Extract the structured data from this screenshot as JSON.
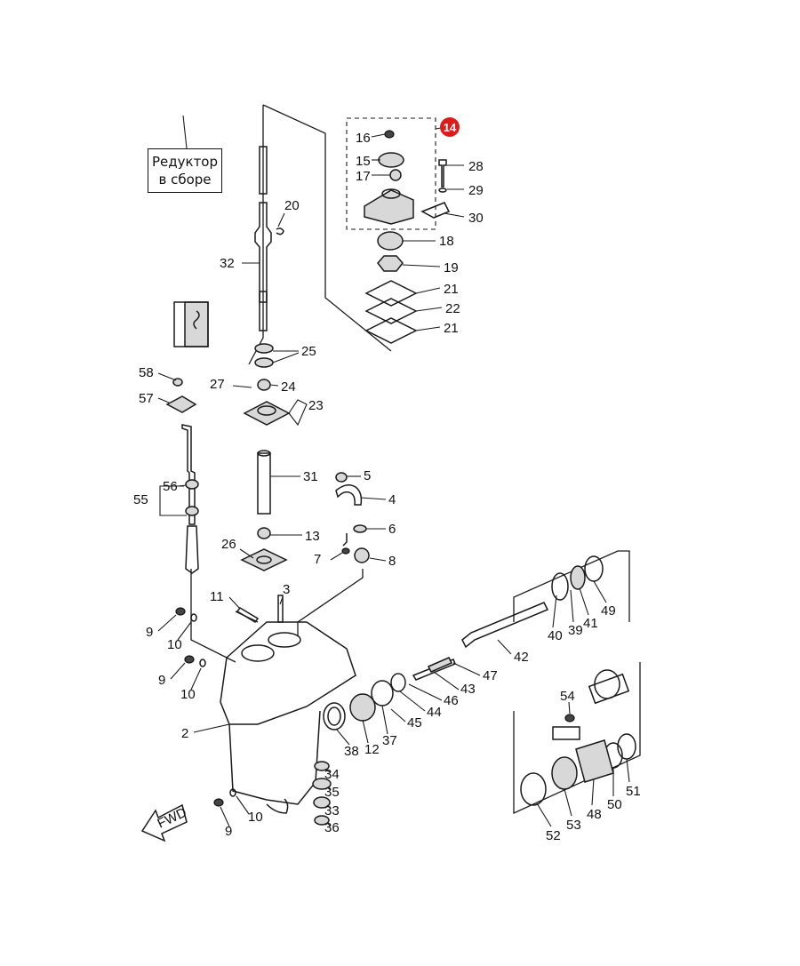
{
  "title": {
    "line1": "Редуктор",
    "line2": "в сборе"
  },
  "highlight": {
    "label": "14",
    "color": "#dd1c1c"
  },
  "fwd_label": "FWD",
  "parts": {
    "p2": "2",
    "p3": "3",
    "p4": "4",
    "p5": "5",
    "p6": "6",
    "p7": "7",
    "p8": "8",
    "p9a": "9",
    "p9b": "9",
    "p9c": "9",
    "p10a": "10",
    "p10b": "10",
    "p10c": "10",
    "p11": "11",
    "p12": "12",
    "p13": "13",
    "p15": "15",
    "p16": "16",
    "p17": "17",
    "p18": "18",
    "p19": "19",
    "p20": "20",
    "p21a": "21",
    "p21b": "21",
    "p22": "22",
    "p23": "23",
    "p24": "24",
    "p25": "25",
    "p26": "26",
    "p27": "27",
    "p28": "28",
    "p29": "29",
    "p30": "30",
    "p31": "31",
    "p32": "32",
    "p33": "33",
    "p34": "34",
    "p35": "35",
    "p36": "36",
    "p37": "37",
    "p38": "38",
    "p39": "39",
    "p40": "40",
    "p41": "41",
    "p42": "42",
    "p43": "43",
    "p44": "44",
    "p45": "45",
    "p46": "46",
    "p47": "47",
    "p48": "48",
    "p49": "49",
    "p50": "50",
    "p51": "51",
    "p52": "52",
    "p53": "53",
    "p54": "54",
    "p55": "55",
    "p56": "56",
    "p57": "57",
    "p58": "58"
  }
}
